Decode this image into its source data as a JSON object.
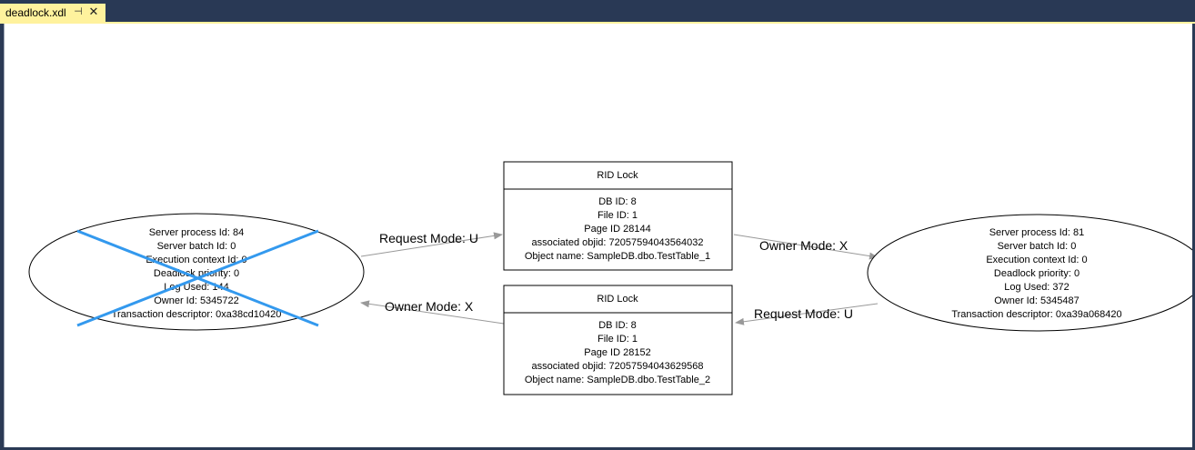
{
  "tab": {
    "title": "deadlock.xdl",
    "pin_glyph": "⊣",
    "close_glyph": "✕"
  },
  "graph": {
    "processes": [
      {
        "id": "p84",
        "victim": true,
        "lines": [
          "Server process Id: 84",
          "Server batch Id: 0",
          "Execution context Id: 0",
          "Deadlock priority: 0",
          "Log Used: 144",
          "Owner Id: 5345722",
          "Transaction descriptor: 0xa38cd10420"
        ]
      },
      {
        "id": "p81",
        "victim": false,
        "lines": [
          "Server process Id: 81",
          "Server batch Id: 0",
          "Execution context Id: 0",
          "Deadlock priority: 0",
          "Log Used: 372",
          "Owner Id: 5345487",
          "Transaction descriptor: 0xa39a068420"
        ]
      }
    ],
    "resources": [
      {
        "id": "r1",
        "title": "RID Lock",
        "lines": [
          "DB ID: 8",
          "File ID: 1",
          "Page ID 28144",
          "associated objid: 72057594043564032",
          "Object name: SampleDB.dbo.TestTable_1"
        ]
      },
      {
        "id": "r2",
        "title": "RID Lock",
        "lines": [
          "DB ID: 8",
          "File ID: 1",
          "Page ID 28152",
          "associated objid: 72057594043629568",
          "Object name: SampleDB.dbo.TestTable_2"
        ]
      }
    ],
    "edges": [
      {
        "id": "e1",
        "label": "Request Mode: U"
      },
      {
        "id": "e2",
        "label": "Owner Mode: X"
      },
      {
        "id": "e3",
        "label": "Owner Mode: X"
      },
      {
        "id": "e4",
        "label": "Request Mode: U"
      }
    ],
    "colors": {
      "victim_cross": "#3399ee",
      "edge": "#999999",
      "tab_active": "#fff29d",
      "tab_bar": "#293955"
    }
  }
}
